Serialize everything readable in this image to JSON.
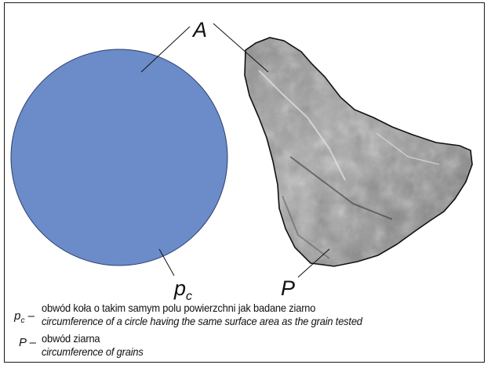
{
  "labels": {
    "area": "A",
    "circle_perimeter_main": "p",
    "circle_perimeter_sub": "c",
    "grain_perimeter": "P"
  },
  "legend": [
    {
      "symbol_main": "p",
      "symbol_sub": "c",
      "dash": "–",
      "polish": "obwód koła o takim samym polu powierzchni jak badane ziarno",
      "english": "circumference of a circle having the same surface area as the grain tested"
    },
    {
      "symbol_main": "P",
      "symbol_sub": "",
      "dash": "–",
      "polish": "obwód ziarna",
      "english": "circumference of grains"
    }
  ],
  "colors": {
    "circle_fill": "#6b8cc8",
    "circle_stroke": "#2c3e6e",
    "grain_dark": "#4a4a4a",
    "grain_light": "#cfcfcf",
    "outline": "#111111"
  }
}
